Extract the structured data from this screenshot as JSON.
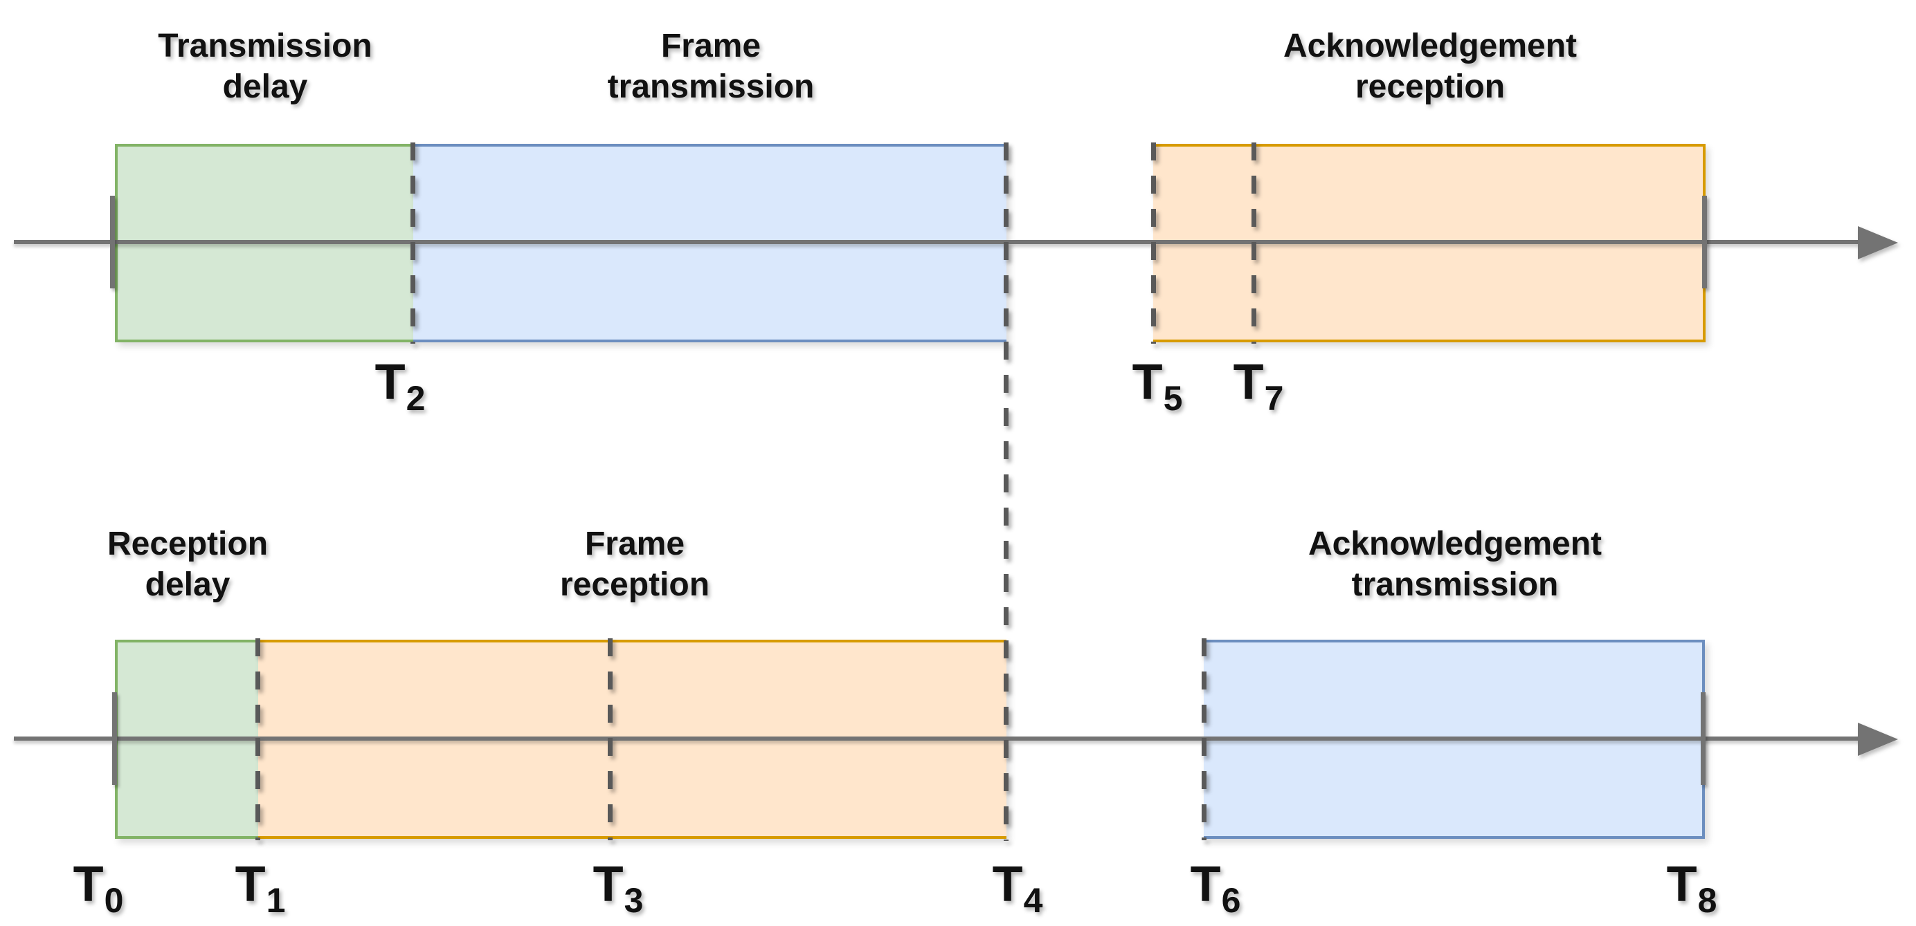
{
  "colors": {
    "green_fill": "#d5e8d4",
    "green_border": "#82b366",
    "blue_fill": "#dae8fc",
    "blue_border": "#6c8ebf",
    "orange_fill": "#ffe6cc",
    "orange_border": "#d79b00",
    "axis_gray": "#737373",
    "dash_gray": "#595959",
    "text_black": "#111111"
  },
  "top_timeline": {
    "phases": [
      {
        "id": "transmission-delay",
        "label": "Transmission\ndelay",
        "color": "green"
      },
      {
        "id": "frame-transmission",
        "label": "Frame\ntransmission",
        "color": "blue"
      },
      {
        "id": "acknowledgement-reception",
        "label": "Acknowledgement\nreception",
        "color": "orange"
      }
    ],
    "markers": [
      {
        "base": "T",
        "sub": "2"
      },
      {
        "base": "T",
        "sub": "5"
      },
      {
        "base": "T",
        "sub": "7"
      }
    ]
  },
  "bottom_timeline": {
    "phases": [
      {
        "id": "reception-delay",
        "label": "Reception\ndelay",
        "color": "green"
      },
      {
        "id": "frame-reception",
        "label": "Frame\nreception",
        "color": "orange"
      },
      {
        "id": "acknowledgement-transmission",
        "label": "Acknowledgement\ntransmission",
        "color": "blue"
      }
    ],
    "markers": [
      {
        "base": "T",
        "sub": "0"
      },
      {
        "base": "T",
        "sub": "1"
      },
      {
        "base": "T",
        "sub": "3"
      },
      {
        "base": "T",
        "sub": "4"
      },
      {
        "base": "T",
        "sub": "6"
      },
      {
        "base": "T",
        "sub": "8"
      }
    ]
  }
}
